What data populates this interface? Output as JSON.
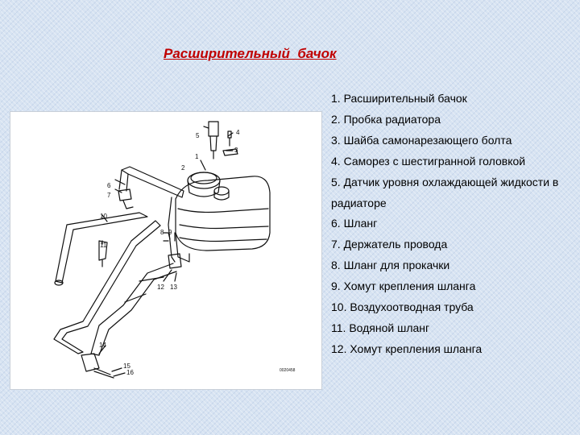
{
  "title": "Расширительный  бачок",
  "legend": [
    "1. Расширительный бачок",
    "2. Пробка радиатора",
    "3. Шайба самонарезающего болта",
    "4. Саморез с шестигранной головкой",
    "5. Датчик уровня охлаждающей жидкости в радиаторе",
    "6. Шланг",
    "7. Держатель провода",
    "8. Шланг для прокачки",
    "9. Хомут крепления шланга",
    "10. Воздухоотводная труба",
    "11. Водяной шланг",
    "12. Хомут крепления шланга"
  ],
  "diagram": {
    "labels": {
      "n1": "1",
      "n2": "2",
      "n3": "3",
      "n4": "4",
      "n5": "5",
      "n6": "6",
      "n7": "7",
      "n8": "8",
      "n9": "9",
      "n10": "10",
      "n11": "11",
      "n12": "12",
      "n13": "13",
      "n14": "14",
      "n15": "15",
      "n16": "16"
    },
    "code": "0020458"
  }
}
